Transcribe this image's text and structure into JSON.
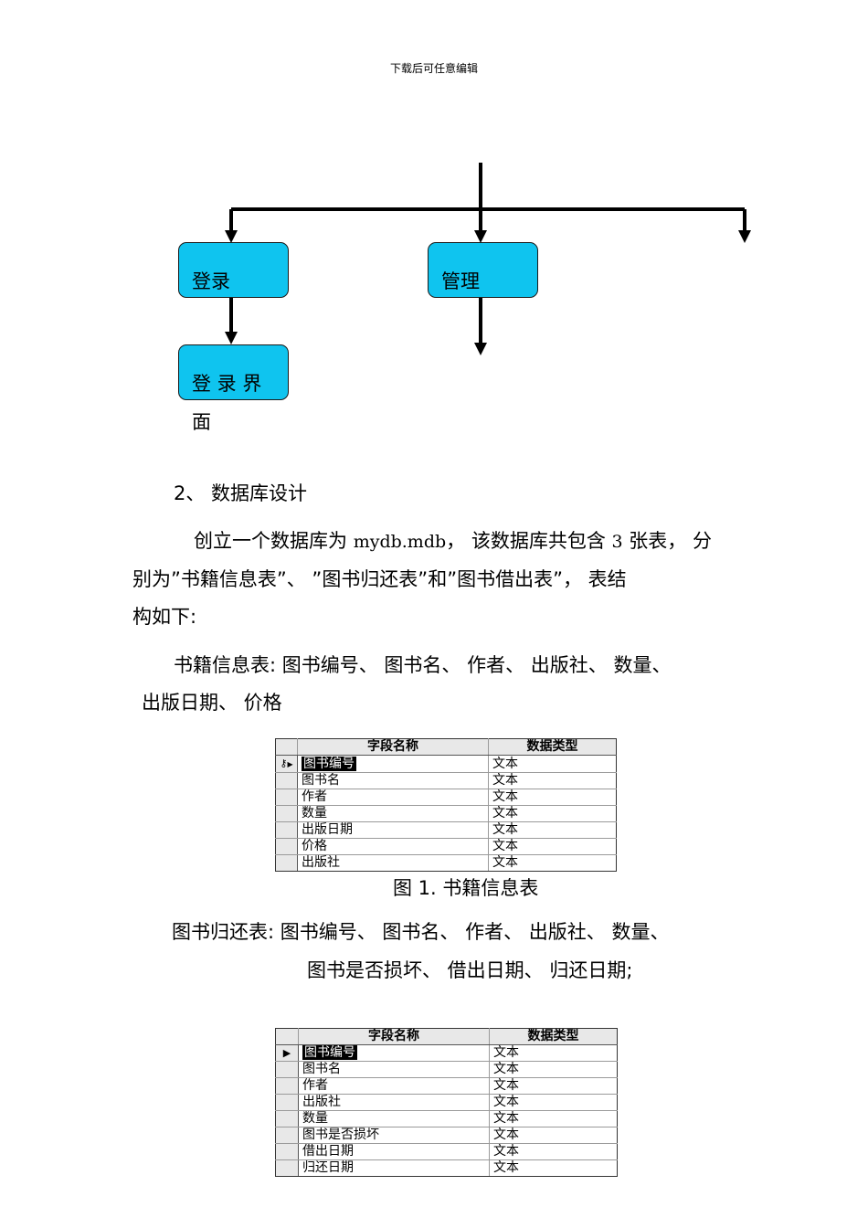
{
  "header": {
    "text": "下载后可任意编辑"
  },
  "diagram": {
    "nodes": {
      "login": "登录",
      "manage": "管理",
      "login_ui_line1": "登 录 界",
      "login_ui_line2": "面"
    }
  },
  "section": {
    "heading": "2、  数据库设计",
    "intro": {
      "line1_a": "创立一个数据库为 ",
      "line1_code": "mydb.mdb",
      "line1_b": "， 该数据库共包含 ",
      "line1_num": "3",
      "line1_c": " 张表， 分",
      "line2": "别为”书籍信息表”、 ”图书归还表”和”图书借出表”， 表结",
      "line3": "构如下:"
    },
    "book_info_desc": {
      "line1": "书籍信息表: 图书编号、 图书名、 作者、 出版社、 数量、",
      "line2": "出版日期、 价格"
    },
    "figure1_caption": "图 1.  书籍信息表",
    "return_desc": {
      "line1": "图书归还表: 图书编号、 图书名、 作者、 出版社、 数量、",
      "line2": "图书是否损坏、 借出日期、 归还日期;"
    }
  },
  "table1": {
    "headers": [
      "字段名称",
      "数据类型"
    ],
    "rows": [
      {
        "name": "图书编号",
        "type": "文本",
        "marker": "key-current"
      },
      {
        "name": "图书名",
        "type": "文本"
      },
      {
        "name": "作者",
        "type": "文本"
      },
      {
        "name": "数量",
        "type": "文本"
      },
      {
        "name": "出版日期",
        "type": "文本"
      },
      {
        "name": "价格",
        "type": "文本"
      },
      {
        "name": "出版社",
        "type": "文本"
      }
    ]
  },
  "table2": {
    "headers": [
      "字段名称",
      "数据类型"
    ],
    "rows": [
      {
        "name": "图书编号",
        "type": "文本",
        "marker": "current"
      },
      {
        "name": "图书名",
        "type": "文本"
      },
      {
        "name": "作者",
        "type": "文本"
      },
      {
        "name": "出版社",
        "type": "文本"
      },
      {
        "name": "数量",
        "type": "文本"
      },
      {
        "name": "图书是否损坏",
        "type": "文本"
      },
      {
        "name": "借出日期",
        "type": "文本"
      },
      {
        "name": "归还日期",
        "type": "文本"
      }
    ]
  },
  "colors": {
    "node_fill": "#0fc4ef",
    "line": "#000000"
  }
}
